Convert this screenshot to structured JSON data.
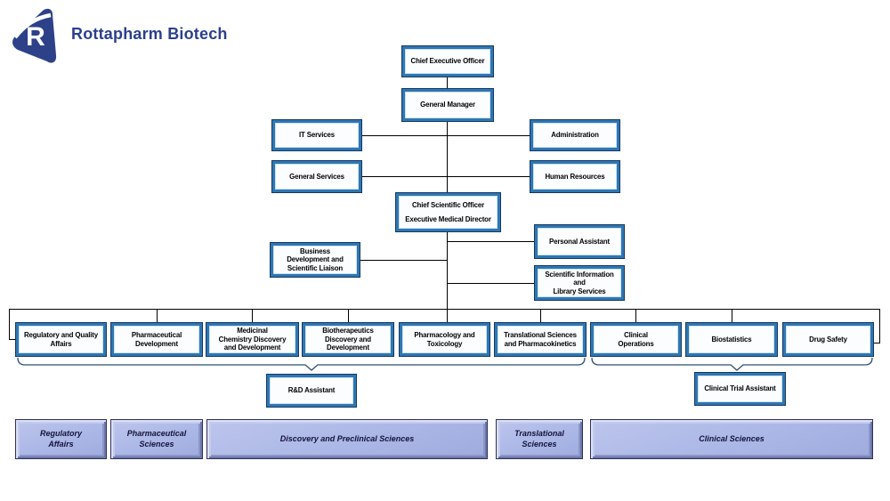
{
  "brand": {
    "logo_letter": "R",
    "title": "Rottapharm Biotech"
  },
  "org": {
    "ceo": "Chief Executive Officer",
    "general_manager": "General Manager",
    "it_services": "IT Services",
    "administration": "Administration",
    "general_services": "General Services",
    "human_resources": "Human Resources",
    "cso": "Chief Scientific Officer\nExecutive Medical Director",
    "business_development": "Business\nDevelopment and\nScientific Liaison",
    "personal_assistant": "Personal Assistant",
    "scientific_information": "Scientific Information\nand\nLibrary Services",
    "rd_assistant": "R&D Assistant",
    "clinical_trial_assistant": "Clinical Trial Assistant"
  },
  "departments": [
    "Regulatory and Quality\nAffairs",
    "Pharmaceutical\nDevelopment",
    "Medicinal\nChemistry Discovery\nand Development",
    "Biotherapeutics\nDiscovery and\nDevelopment",
    "Pharmacology and\nToxicology",
    "Translational Sciences\nand Pharmacokinetics",
    "Clinical\nOperations",
    "Biostatistics",
    "Drug Safety"
  ],
  "groups": [
    "Regulatory\nAffairs",
    "Pharmaceutical\nSciences",
    "Discovery and Preclinical Sciences",
    "Translational\nSciences",
    "Clinical Sciences"
  ],
  "colors": {
    "brand_navy": "#2b3f8c",
    "node_border_outer": "#17375e",
    "node_border_inner": "#2e77b4",
    "group_fill": "#abb7e6",
    "bracket_line": "#2d4f74"
  }
}
